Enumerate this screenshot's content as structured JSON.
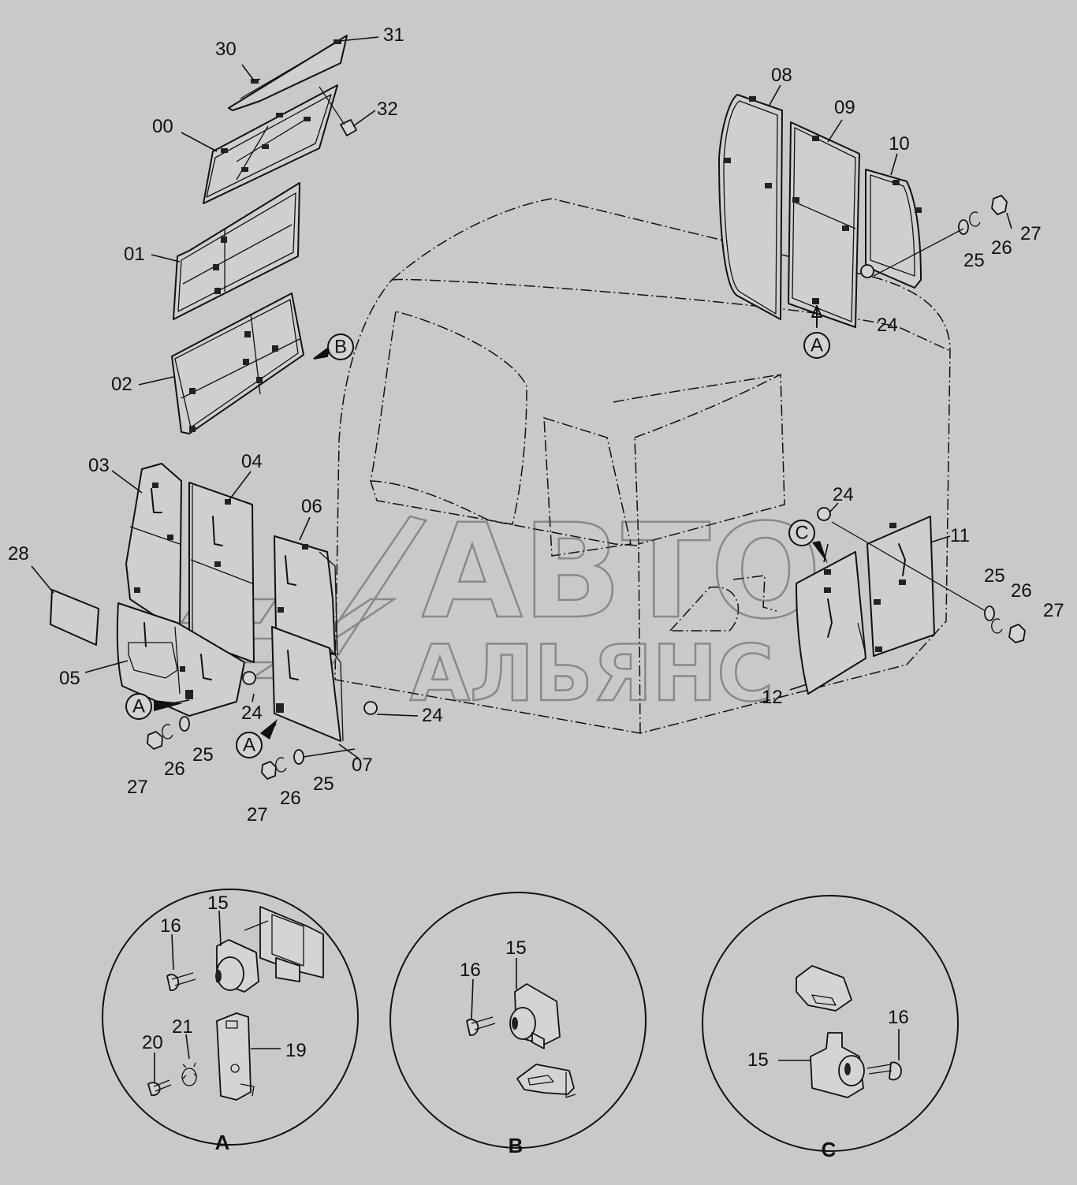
{
  "part_labels": {
    "p00": "00",
    "p01": "01",
    "p02": "02",
    "p03": "03",
    "p04": "04",
    "p05": "05",
    "p06": "06",
    "p07": "07",
    "p08": "08",
    "p09": "09",
    "p10": "10",
    "p11": "11",
    "p12": "12",
    "p15": "15",
    "p16": "16",
    "p19": "19",
    "p20": "20",
    "p21": "21",
    "p24": "24",
    "p25": "25",
    "p26": "26",
    "p27": "27",
    "p28": "28",
    "p30": "30",
    "p31": "31",
    "p32": "32"
  },
  "callouts": {
    "a": "A",
    "b": "B",
    "c": "C"
  },
  "detail_views": {
    "a": "A",
    "b": "B",
    "c": "C"
  },
  "watermark": {
    "line1": "АВТО",
    "line2": "АЛЬЯНС"
  }
}
